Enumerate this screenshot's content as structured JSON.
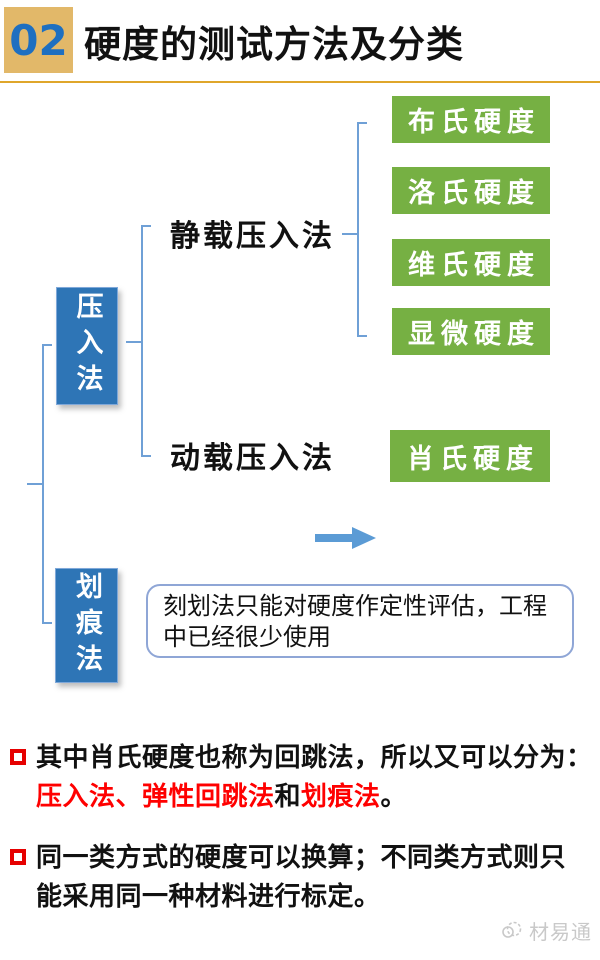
{
  "header": {
    "number": "02",
    "title": "硬度的测试方法及分类"
  },
  "diagram": {
    "indentation_box": "压入法",
    "scratch_box": "划痕法",
    "static_label": "静载压入法",
    "dynamic_label": "动载压入法",
    "leaf_boxes": [
      "布氏硬度",
      "洛氏硬度",
      "维氏硬度",
      "显微硬度"
    ],
    "shore_box": "肖氏硬度",
    "note_lines": {
      "line1": "刻划法只能对硬度作定性评估，工程",
      "line2": "中已经很少使用"
    }
  },
  "bullets": [
    {
      "lines": [
        [
          {
            "text": "其中肖氏硬度也称为回跳法，所以又可以分为：",
            "color": "#111111"
          }
        ],
        [
          {
            "text": "压入法、弹性回跳法",
            "color": "#FF0000"
          },
          {
            "text": "和",
            "color": "#111111"
          },
          {
            "text": "划痕法",
            "color": "#FF0000"
          },
          {
            "text": "。",
            "color": "#111111"
          }
        ]
      ]
    },
    {
      "lines": [
        [
          {
            "text": "同一类方式的硬度可以换算；不同类方式则只",
            "color": "#111111"
          }
        ],
        [
          {
            "text": "能采用同一种材料进行标定。",
            "color": "#111111"
          }
        ]
      ]
    }
  ],
  "watermark": {
    "label": "材易通"
  },
  "colors": {
    "accent_gold": "#E2B869",
    "number_blue": "#1E6FC0",
    "line_gold": "#DFA62B",
    "node_blue": "#2E75B6",
    "node_green": "#76B043",
    "brace_blue": "#6FA0D6",
    "arrow_blue": "#5B9BD5",
    "note_border": "#8FA6D6",
    "bullet_red": "#E60000",
    "text_red": "#FF0000",
    "watermark_gray": "#C9C9C9"
  }
}
